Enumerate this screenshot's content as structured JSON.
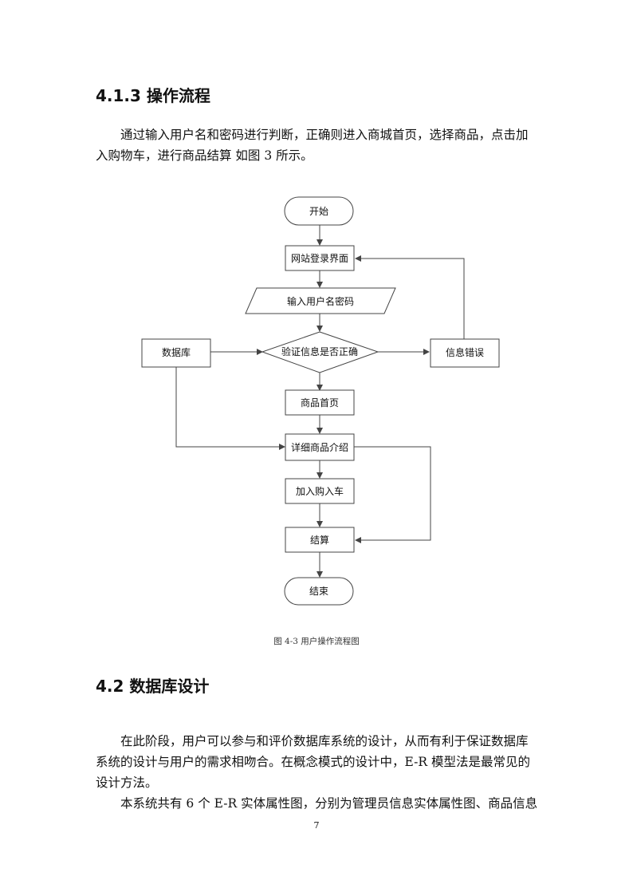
{
  "section_413": {
    "title": "4.1.3 操作流程"
  },
  "intro": {
    "text": "通过输入用户名和密码进行判断，正确则进入商城首页，选择商品，点击加入购物车，进行商品结算 如图 3 所示。"
  },
  "flowchart": {
    "start": "开始",
    "login_page": "网站登录界面",
    "input_credentials": "输入用户名密码",
    "verify": "验证信息是否正确",
    "database": "数据库",
    "info_error": "信息错误",
    "home": "商品首页",
    "detail": "详细商品介绍",
    "add_cart": "加入购入车",
    "checkout": "结算",
    "end": "结束"
  },
  "figure_caption": "图 4-3 用户操作流程图",
  "section_42": {
    "title": "4.2 数据库设计"
  },
  "para1": {
    "text": "在此阶段，用户可以参与和评价数据库系统的设计，从而有利于保证数据库系统的设计与用户的需求相吻合。在概念模式的设计中，E-R 模型法是最常见的设计方法。"
  },
  "para2": {
    "text": "本系统共有 6 个 E-R 实体属性图，分别为管理员信息实体属性图、商品信息"
  },
  "page_number": "7"
}
